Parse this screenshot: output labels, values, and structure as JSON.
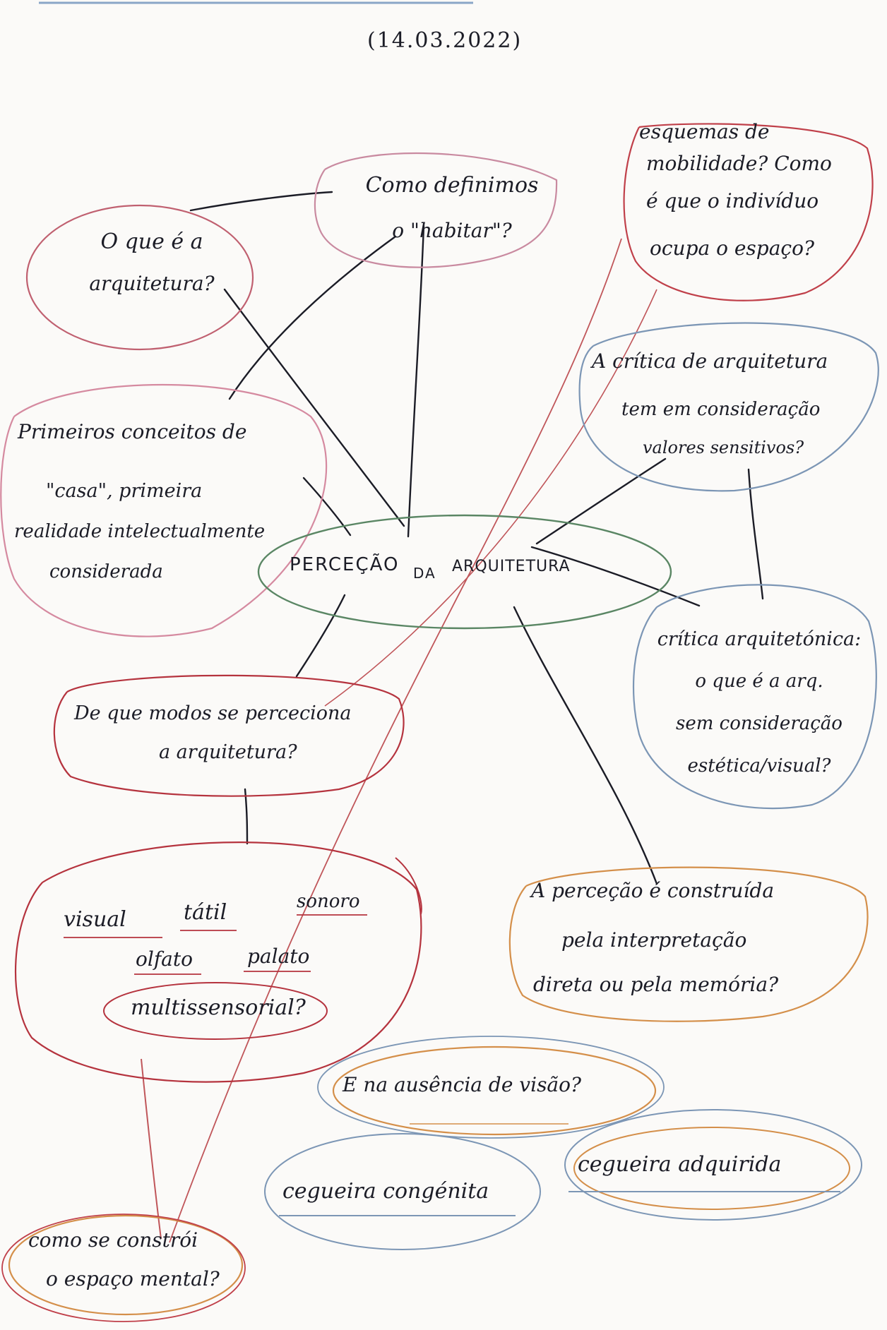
{
  "date": "(14.03.2022)",
  "center": {
    "label_left": "PERCEÇÃO",
    "label_mid": "DA",
    "label_right": "ARQUITETURA"
  },
  "nodes": {
    "o_que_e_a": {
      "line1": "O que é a",
      "line2": "arquitetura?"
    },
    "como_definimos": {
      "line1": "Como definimos",
      "line2": "o \"habitar\"?"
    },
    "esquemas": {
      "line1": "esquemas de",
      "line2": "mobilidade? Como",
      "line3": "é que o indivíduo",
      "line4": "ocupa o espaço?"
    },
    "critica_valores": {
      "line1": "A crítica de arquitetura",
      "line2": "tem em consideração",
      "line3": "valores sensitivos?"
    },
    "primeiros": {
      "line1": "Primeiros conceitos de",
      "line2": "\"casa\", primeira",
      "line3": "realidade intelectualmente",
      "line4": "considerada"
    },
    "critica_arquitetonica": {
      "line1": "crítica arquitetónica:",
      "line2": "o que é a arq.",
      "line3": "sem consideração",
      "line4": "estética/visual?"
    },
    "modos": {
      "line1": "De que modos se perceciona",
      "line2": "a arquitetura?"
    },
    "sentidos": {
      "visual": "visual",
      "tatil": "tátil",
      "sonoro": "sonoro",
      "olfato": "olfato",
      "palato": "palato",
      "multi": "multissensorial?"
    },
    "percecao_construida": {
      "line1": "A perceção é construída",
      "line2": "pela interpretação",
      "line3": "direta ou pela memória?"
    },
    "ausencia": {
      "line1": "E na ausência de visão?"
    },
    "congenita": {
      "line1": "cegueira congénita"
    },
    "adquirida": {
      "line1": "cegueira adquirida"
    },
    "espaco_mental": {
      "line1": "como se constrói",
      "line2": "o espaço mental?"
    }
  },
  "colors": {
    "ink": "#1b1c26",
    "red": "#b9474f",
    "blue": "#7c96b5",
    "green": "#5a8664",
    "orange": "#d48f4a",
    "pink": "#c98aa0"
  }
}
